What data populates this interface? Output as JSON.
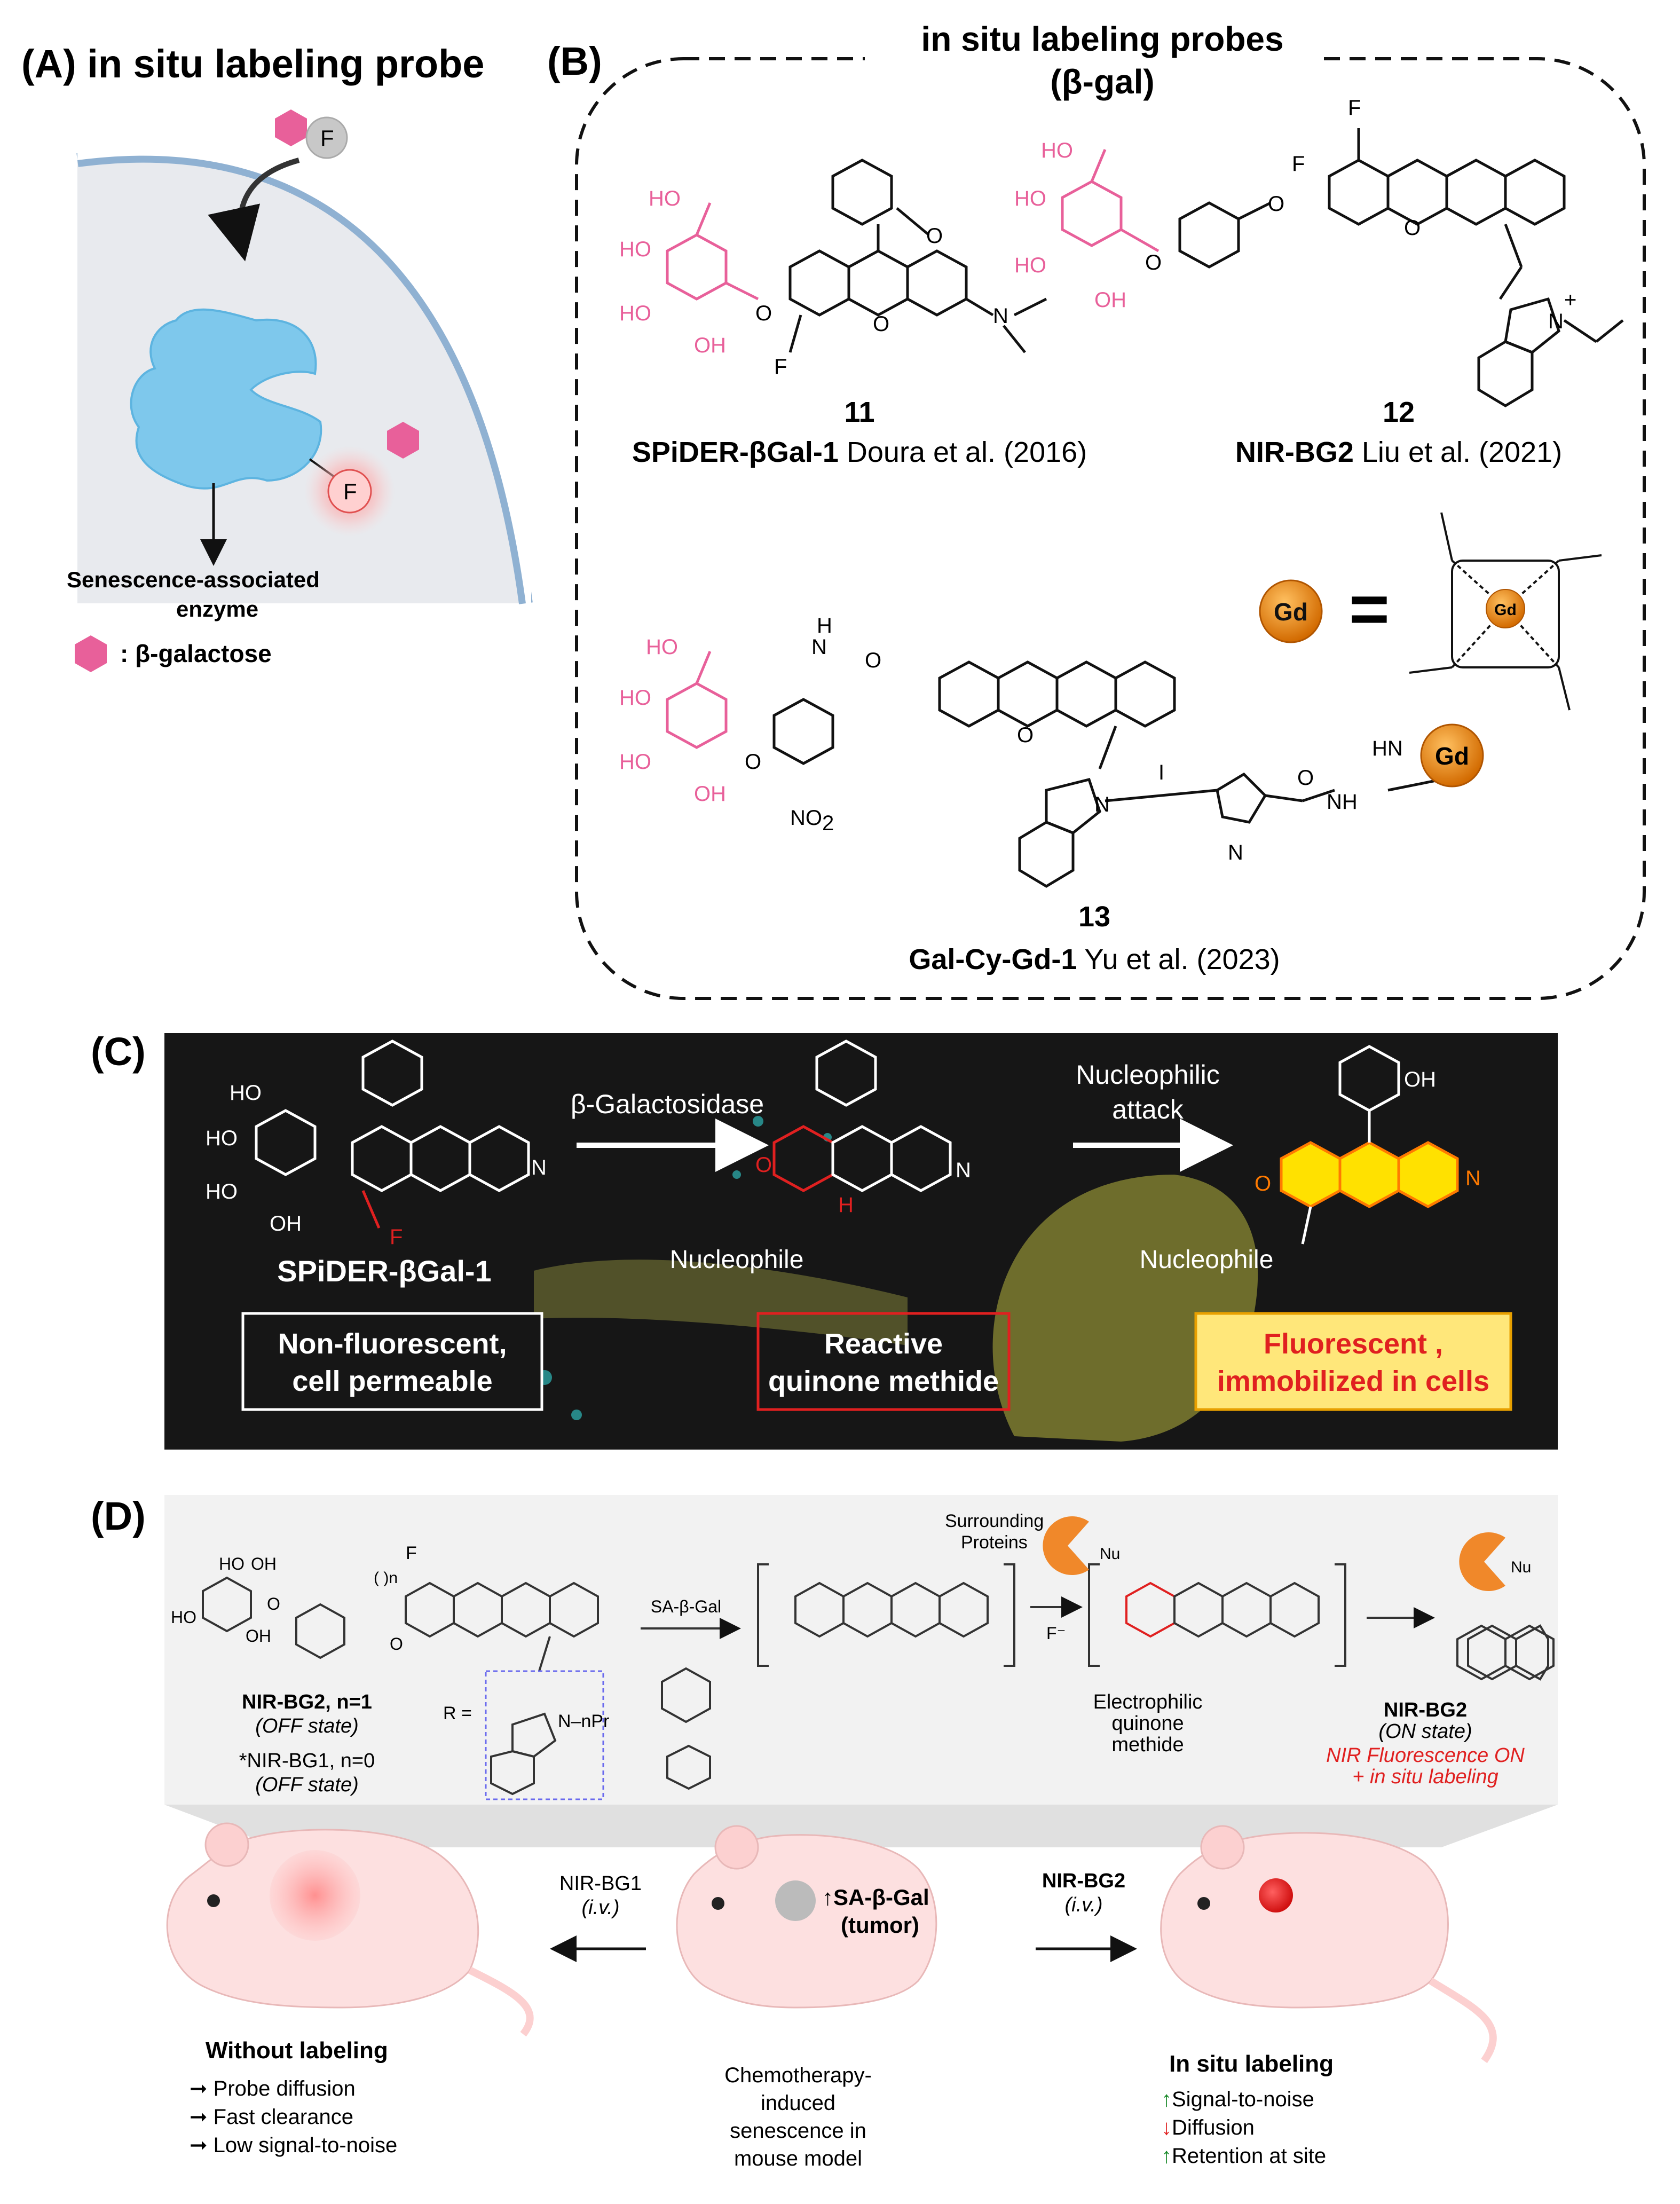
{
  "panelA": {
    "label": "(A) in situ labeling probe",
    "probe_letter": "F",
    "enzyme_label_line1": "Senescence-associated",
    "enzyme_label_line2": "enzyme",
    "legend": ": β-galactose"
  },
  "panelB": {
    "label": "(B)",
    "title_line1": "in situ labeling probes",
    "title_line2": "(β-gal)",
    "compounds": [
      {
        "number": "11",
        "name": "SPiDER-βGal-1",
        "citation": "Doura et al. (2016)"
      },
      {
        "number": "12",
        "name": "NIR-BG2",
        "citation": "Liu et al. (2021)"
      },
      {
        "number": "13",
        "name": "Gal-Cy-Gd-1",
        "citation": "Yu et al. (2023)"
      }
    ],
    "gd_symbol": "Gd",
    "equals": "="
  },
  "panelC": {
    "label": "(C)",
    "enzyme_arrow": "β-Galactosidase",
    "attack_line1": "Nucleophilic",
    "attack_line2": "attack",
    "probe_name": "SPiDER-βGal-1",
    "nucleophile_middle": "Nucleophile",
    "nucleophile_right": "Nucleophile",
    "box1_line1": "Non-fluorescent,",
    "box1_line2": "cell permeable",
    "box2_line1": "Reactive",
    "box2_line2": "quinone methide",
    "box3_line1": "Fluorescent ,",
    "box3_line2": "immobilized in cells"
  },
  "panelD": {
    "label": "(D)",
    "surrounding": "Surrounding",
    "proteins": "Proteins",
    "sa_beta_gal": "SA-β-Gal",
    "r_eq": "R =",
    "n_pr": "N–nPr",
    "nir_bg2_n1": "NIR-BG2, n=1",
    "off_state": "(OFF state)",
    "nir_bg1_n0": "*NIR-BG1, n=0",
    "off_state2": "(OFF state)",
    "electrophilic": "Electrophilic",
    "quinone": "quinone",
    "methide": "methide",
    "nir_bg2_right": "NIR-BG2",
    "on_state": "(ON state)",
    "nir_on": "NIR Fluorescence ON",
    "in_situ": "+ in situ labeling",
    "nu": "Nu",
    "f_minus": "F⁻",
    "mouse_left_arrow": "NIR-BG1",
    "iv_left": "(i.v.)",
    "mouse_right_arrow": "NIR-BG2",
    "iv_right": "(i.v.)",
    "center_badge_line1": "SA-β-Gal",
    "center_badge_line2": "(tumor)",
    "without_labeling": "Without labeling",
    "left_points": [
      "Probe diffusion",
      "Fast clearance",
      "Low signal-to-noise"
    ],
    "center_caption": [
      "Chemotherapy-",
      "induced",
      "senescence in",
      "mouse model"
    ],
    "in_situ_labeling": "In situ labeling",
    "right_points": [
      "Signal-to-noise",
      "Diffusion",
      "Retention at site"
    ]
  },
  "colors": {
    "pink": "#e8609a",
    "gd_orange": "#e8820c",
    "panel_c_bg": "#161616",
    "red": "#e02020",
    "green": "#1a8a2a"
  }
}
